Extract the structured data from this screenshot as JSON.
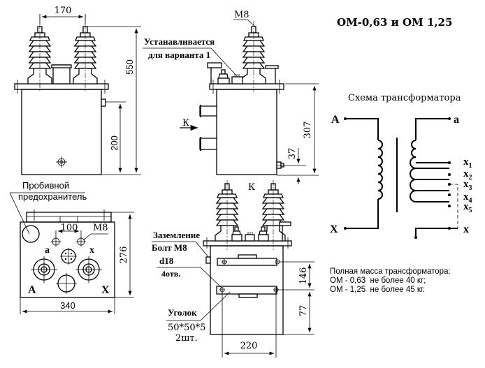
{
  "title": "ОМ-0,63 и ОМ 1,25",
  "front_view": {
    "dim_bushing_spacing": "170",
    "dim_total_height": "550",
    "dim_terminal_height": "200"
  },
  "side_view": {
    "label_m8": "М8",
    "note_line1": "Устанавливается",
    "note_line2": "для варианта 1",
    "section_mark": "К",
    "dim_tank_height": "307",
    "dim_ground_bolt": "37"
  },
  "top_view": {
    "fuse_label_line1": "Пробивной",
    "fuse_label_line2": "предохранитель",
    "dim_hole_spacing": "100",
    "label_m8": "М8",
    "terminal_a": "а",
    "terminal_x": "х",
    "terminal_A": "А",
    "terminal_X": "Х",
    "dim_depth": "276",
    "dim_width": "340"
  },
  "section_view": {
    "section_mark": "К",
    "ground_label_line1": "Заземление",
    "ground_label_line2": "Болт М8",
    "hole_label_line1": "d18",
    "hole_label_line2": "4отв.",
    "angle_label_line1": "Уголок",
    "angle_label_line2": "50*50*5",
    "angle_label_line3": "2шт.",
    "dim_upper_bracket": "146",
    "dim_lower_bracket": "77",
    "dim_hole_spacing": "220"
  },
  "schematic": {
    "title": "Схема трансформатора",
    "primary_top": "А",
    "primary_bottom": "Х",
    "secondary_top": "а",
    "secondary_bottom": "х",
    "taps": [
      {
        "base": "x",
        "sub": "1"
      },
      {
        "base": "x",
        "sub": "2"
      },
      {
        "base": "x",
        "sub": "3"
      },
      {
        "base": "x",
        "sub": "4"
      },
      {
        "base": "x",
        "sub": "5"
      }
    ]
  },
  "mass_note": {
    "line1": "Полная масса трансформатора:",
    "line2": "ОМ - 0,63  не более 40 кг;",
    "line3": "ОМ - 1,25  не более 45 кг."
  }
}
